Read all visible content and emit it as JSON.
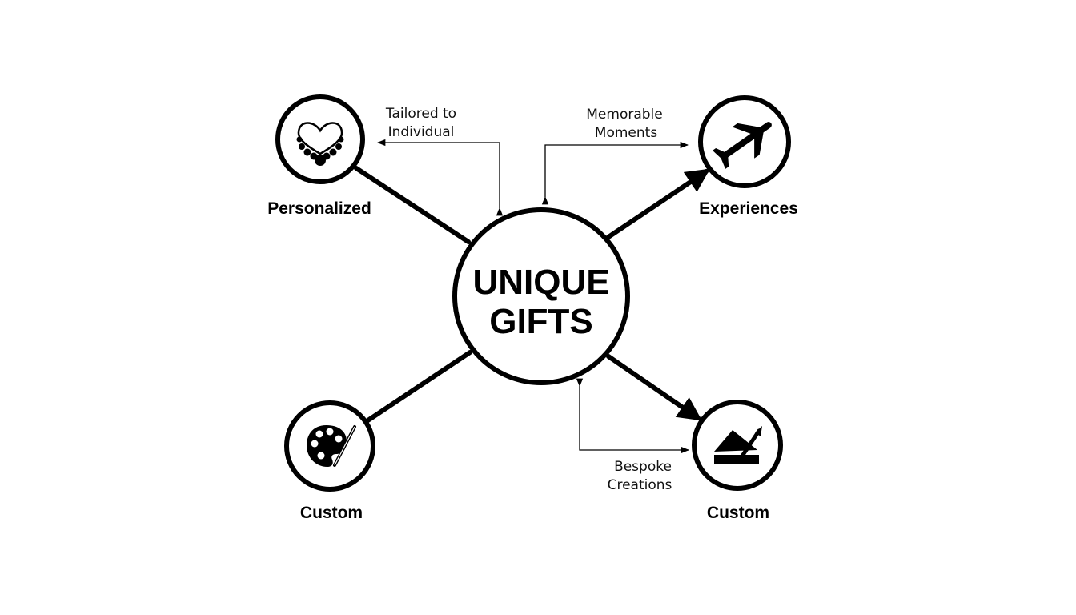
{
  "center": {
    "line1": "UNIQUE",
    "line2": "GIFTS"
  },
  "nodes": {
    "top_left": {
      "label": "Personalized",
      "icon": "necklace-icon"
    },
    "top_right": {
      "label": "Experiences",
      "icon": "airplane-icon"
    },
    "bottom_left": {
      "label": "Custom",
      "icon": "paint-palette-icon"
    },
    "bottom_right": {
      "label": "Custom",
      "icon": "craft-tools-icon"
    }
  },
  "annotations": {
    "tailored": {
      "line1": "Tailored to",
      "line2": "Individual"
    },
    "memorable": {
      "line1": "Memorable",
      "line2": "Moments"
    },
    "bespoke": {
      "line1": "Bespoke",
      "line2": "Creations"
    }
  },
  "colors": {
    "stroke": "#000000",
    "background": "#ffffff"
  }
}
